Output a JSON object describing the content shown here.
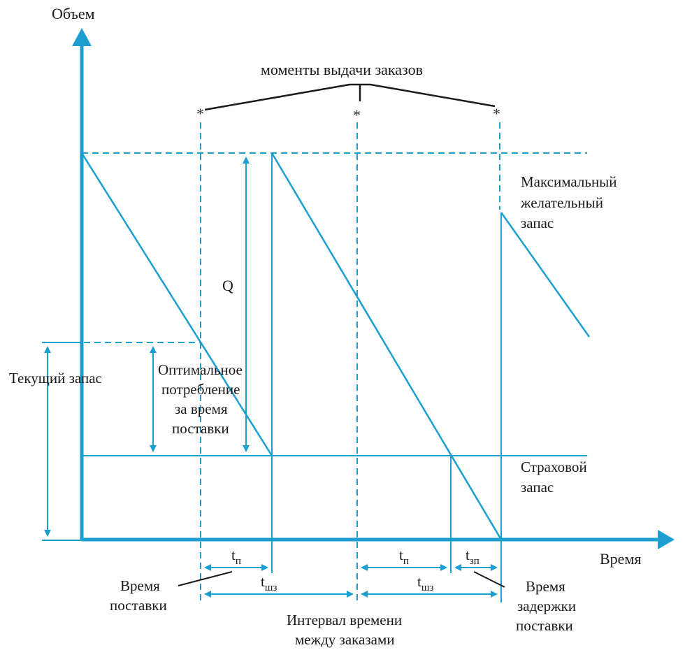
{
  "axes": {
    "y_label": "Объем",
    "x_label": "Время"
  },
  "top_annotation": "моменты выдачи заказов",
  "order_marker": "*",
  "labels": {
    "max_stock": [
      "Максимальный",
      "желательный",
      "запас"
    ],
    "current_stock": "Текущий запас",
    "optimal_consumption": [
      "Оптимальное",
      "потребление",
      "за время",
      "поставки"
    ],
    "safety_stock": [
      "Страховой",
      "запас"
    ],
    "q": "Q",
    "delivery_time": [
      "Время",
      "поставки"
    ],
    "order_interval": [
      "Интервал времени",
      "между заказами"
    ],
    "delivery_delay": [
      "Время",
      "задержки",
      "поставки"
    ]
  },
  "time_marks": {
    "tp_main": "t",
    "tp_sub": "п",
    "tshz_main": "t",
    "tshz_sub": "шз",
    "tzp_main": "t",
    "tzp_sub": "зп"
  },
  "colors": {
    "line": "#1a9fd0",
    "text": "#1a1a1a"
  }
}
